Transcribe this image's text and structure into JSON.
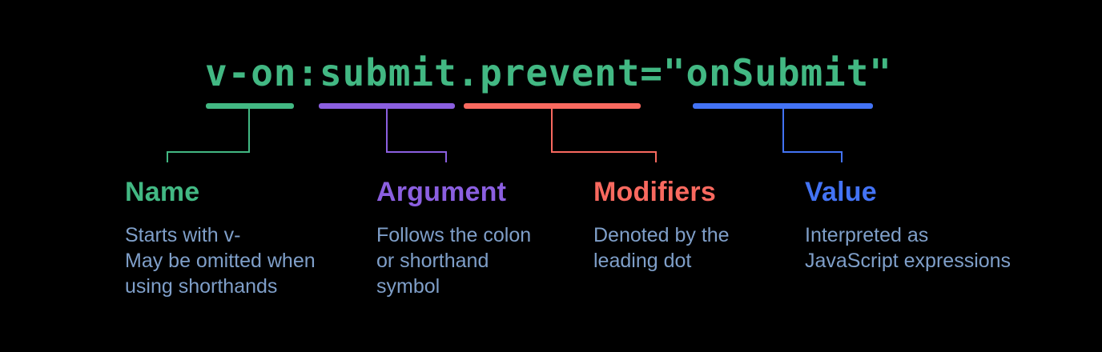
{
  "code": {
    "text": "v-on:submit.prevent=\"onSubmit\"",
    "color": "#42b883"
  },
  "colors": {
    "background": "#000000",
    "description_text": "#7f9fc9"
  },
  "segments": [
    {
      "token": "v-on",
      "label": "Name",
      "color": "#42b883",
      "description": [
        "Starts with v-",
        "May be omitted when",
        "using shorthands"
      ]
    },
    {
      "token": "submit",
      "label": "Argument",
      "color": "#8b5fe0",
      "description": [
        "Follows the colon",
        "or shorthand",
        "symbol"
      ]
    },
    {
      "token": ".prevent",
      "label": "Modifiers",
      "color": "#f9695f",
      "description": [
        "Denoted by the",
        "leading dot"
      ]
    },
    {
      "token": "onSubmit",
      "label": "Value",
      "color": "#4373f5",
      "description": [
        "Interpreted as",
        "JavaScript expressions"
      ]
    }
  ]
}
